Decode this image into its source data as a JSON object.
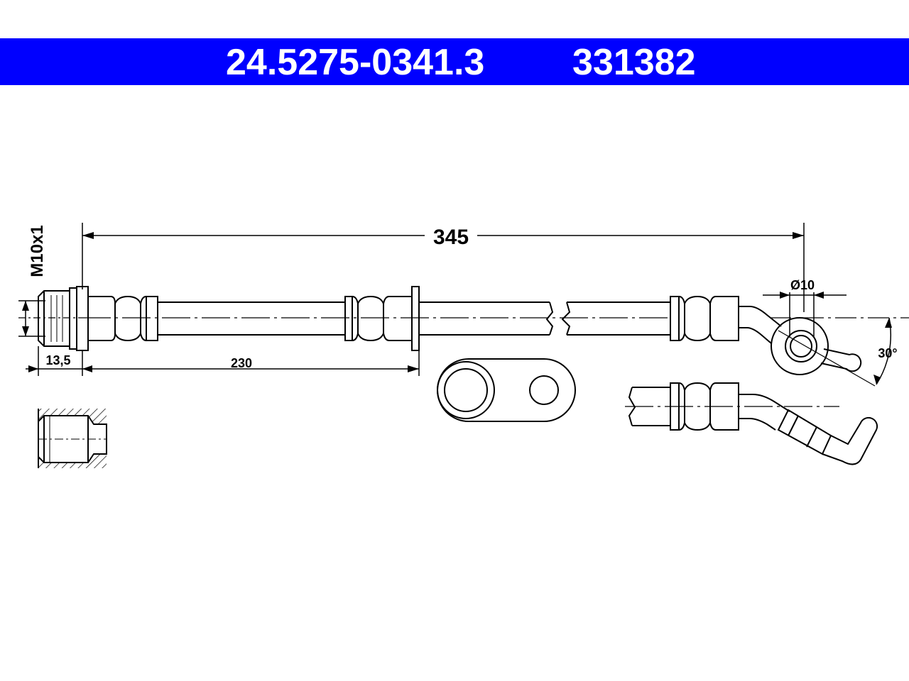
{
  "header": {
    "part_number": "24.5275-0341.3",
    "reference_number": "331382",
    "background_color": "#0000ff",
    "text_color": "#ffffff"
  },
  "dimensions": {
    "overall_length": "345",
    "thread": "M10x1",
    "fitting_length": "13,5",
    "bracket_distance": "230",
    "banjo_diameter": "Ø10",
    "bend_angle": "30°"
  },
  "line_color": "#000000"
}
